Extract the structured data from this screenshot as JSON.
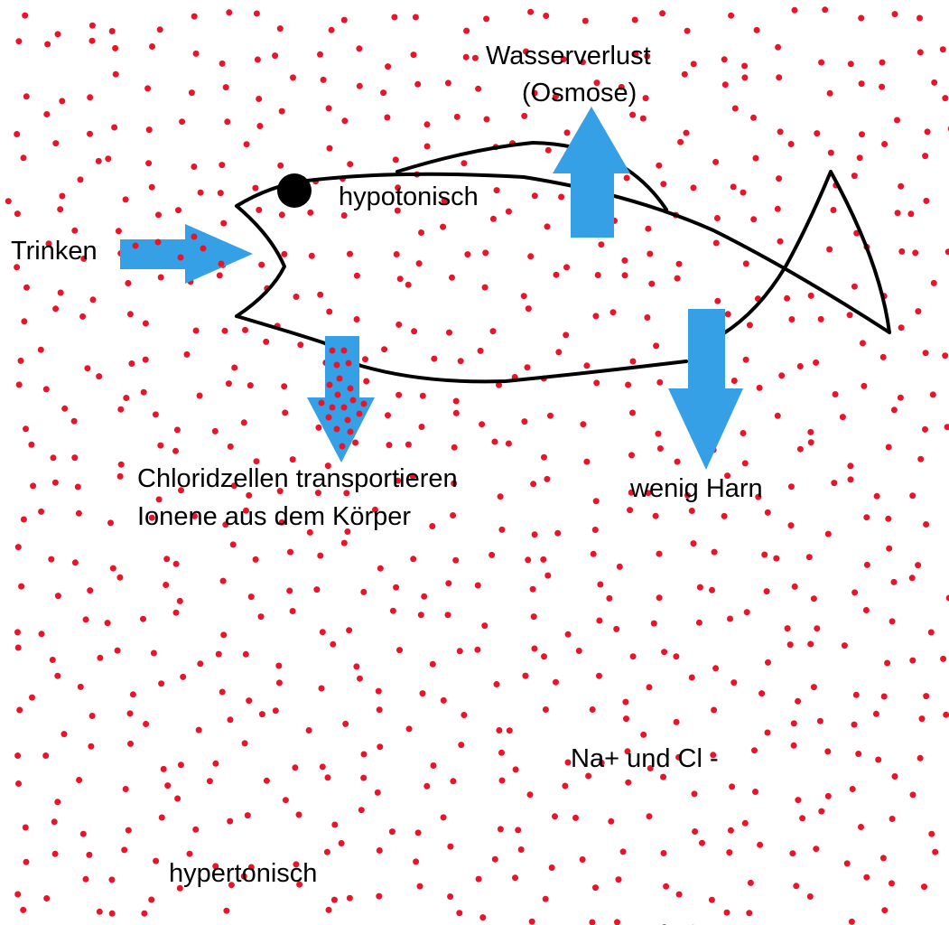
{
  "colors": {
    "arrow": "#36a0e6",
    "ion_dots": "#e8142a",
    "outline": "#000000"
  },
  "labels": {
    "water_loss": "Wasserverlust",
    "osmosis": "(Osmose)",
    "hypotonic": "hypotonisch",
    "drinking": "Trinken",
    "chloride_line1": "Chloridzellen transportieren",
    "chloride_line2": "Ionene aus dem Körper",
    "urine": "wenig Harn",
    "ions": "Na+ und Cl -",
    "hypertonic": "hypertonisch"
  }
}
